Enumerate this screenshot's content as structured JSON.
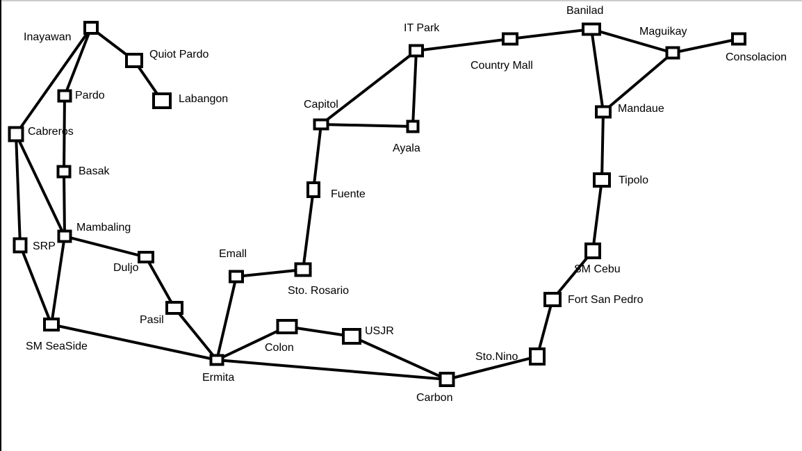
{
  "diagram": {
    "nodes": [
      {
        "id": "inayawan",
        "label": "Inayawan"
      },
      {
        "id": "quiot-pardo",
        "label": "Quiot Pardo"
      },
      {
        "id": "labangon",
        "label": "Labangon"
      },
      {
        "id": "pardo",
        "label": "Pardo"
      },
      {
        "id": "cabreros",
        "label": "Cabreros"
      },
      {
        "id": "basak",
        "label": "Basak"
      },
      {
        "id": "mambaling",
        "label": "Mambaling"
      },
      {
        "id": "srp",
        "label": "SRP"
      },
      {
        "id": "duljo",
        "label": "Duljo"
      },
      {
        "id": "pasil",
        "label": "Pasil"
      },
      {
        "id": "sm-seaside",
        "label": "SM SeaSide"
      },
      {
        "id": "ermita",
        "label": "Ermita"
      },
      {
        "id": "emall",
        "label": "Emall"
      },
      {
        "id": "sto-rosario",
        "label": "Sto. Rosario"
      },
      {
        "id": "fuente",
        "label": "Fuente"
      },
      {
        "id": "capitol",
        "label": "Capitol"
      },
      {
        "id": "ayala",
        "label": "Ayala"
      },
      {
        "id": "it-park",
        "label": "IT Park"
      },
      {
        "id": "country-mall",
        "label": "Country Mall"
      },
      {
        "id": "banilad",
        "label": "Banilad"
      },
      {
        "id": "maguikay",
        "label": "Maguikay"
      },
      {
        "id": "consolacion",
        "label": "Consolacion"
      },
      {
        "id": "mandaue",
        "label": "Mandaue"
      },
      {
        "id": "tipolo",
        "label": "Tipolo"
      },
      {
        "id": "sm-cebu",
        "label": "SM Cebu"
      },
      {
        "id": "fort-san-pedro",
        "label": "Fort San Pedro"
      },
      {
        "id": "sto-nino",
        "label": "Sto.Nino"
      },
      {
        "id": "carbon",
        "label": "Carbon"
      },
      {
        "id": "usjr",
        "label": "USJR"
      },
      {
        "id": "colon",
        "label": "Colon"
      }
    ],
    "edges": [
      [
        "inayawan",
        "quiot-pardo"
      ],
      [
        "quiot-pardo",
        "labangon"
      ],
      [
        "inayawan",
        "pardo"
      ],
      [
        "inayawan",
        "cabreros"
      ],
      [
        "pardo",
        "basak"
      ],
      [
        "basak",
        "mambaling"
      ],
      [
        "cabreros",
        "mambaling"
      ],
      [
        "cabreros",
        "srp"
      ],
      [
        "srp",
        "sm-seaside"
      ],
      [
        "mambaling",
        "sm-seaside"
      ],
      [
        "mambaling",
        "duljo"
      ],
      [
        "duljo",
        "pasil"
      ],
      [
        "pasil",
        "ermita"
      ],
      [
        "sm-seaside",
        "ermita"
      ],
      [
        "ermita",
        "emall"
      ],
      [
        "emall",
        "sto-rosario"
      ],
      [
        "sto-rosario",
        "fuente"
      ],
      [
        "fuente",
        "capitol"
      ],
      [
        "capitol",
        "ayala"
      ],
      [
        "capitol",
        "it-park"
      ],
      [
        "it-park",
        "ayala"
      ],
      [
        "it-park",
        "country-mall"
      ],
      [
        "country-mall",
        "banilad"
      ],
      [
        "banilad",
        "maguikay"
      ],
      [
        "maguikay",
        "consolacion"
      ],
      [
        "banilad",
        "mandaue"
      ],
      [
        "maguikay",
        "mandaue"
      ],
      [
        "mandaue",
        "tipolo"
      ],
      [
        "tipolo",
        "sm-cebu"
      ],
      [
        "sm-cebu",
        "fort-san-pedro"
      ],
      [
        "fort-san-pedro",
        "sto-nino"
      ],
      [
        "sto-nino",
        "carbon"
      ],
      [
        "ermita",
        "carbon"
      ],
      [
        "ermita",
        "colon"
      ],
      [
        "colon",
        "usjr"
      ],
      [
        "usjr",
        "carbon"
      ]
    ]
  }
}
